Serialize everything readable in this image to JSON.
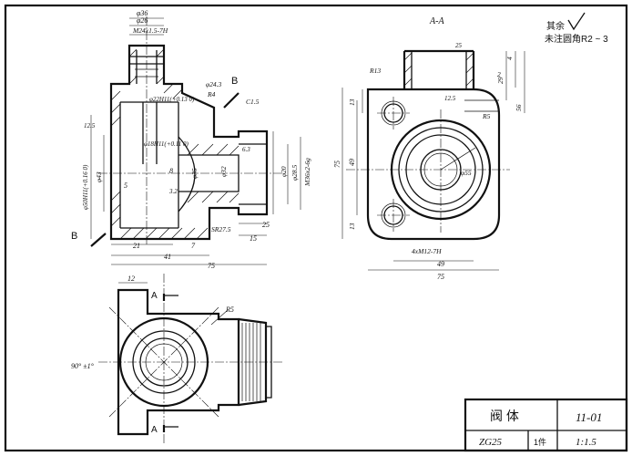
{
  "notes": {
    "roughness_rest": "其余",
    "fillet_note": "未注圆角R2 ~ 3"
  },
  "section": {
    "view_title": "A-A",
    "label_b_top": "B",
    "label_b_bottom": "B",
    "label_a_top": "A",
    "label_a_bottom": "A"
  },
  "front_view_dims": {
    "d_phi36": "φ36",
    "d_phi26": "φ26",
    "d_thread_top": "M24x1.5-7H",
    "d_phi24_3": "φ24.3",
    "d_phi22h11": "φ22H11(+0.13 0)",
    "d_r4": "R4",
    "d_c1_5": "C1.5",
    "d_phi18h11": "φ18H11(+0.11 0)",
    "d_phi50h11": "φ50H11(+0.16 0)",
    "d_phi43": "φ43",
    "d_phi35": "φ35",
    "d_phi32": "φ32",
    "d_phi20": "φ20",
    "d_phi28_5": "φ28.5",
    "d_thread_side": "M36x2-6g",
    "d_8": "8",
    "d_5": "5",
    "d_sr27_5": "SR27.5",
    "d_21": "21",
    "d_7": "7",
    "d_15": "15",
    "d_41": "41",
    "d_75": "75",
    "d_25": "25",
    "r_12_5_a": "12.5",
    "r_3_2": "3.2",
    "r_6_3": "6.3"
  },
  "section_view_dims": {
    "d_r13": "R13",
    "d_13a": "13",
    "d_13b": "13",
    "d_75": "75",
    "d_49": "49",
    "d_49b": "49",
    "d_75b": "75",
    "d_phi55": "φ55",
    "d_thread_holes": "4xM12-7H",
    "d_29": "29",
    "d_4": "4",
    "d_2": "2",
    "d_56": "56",
    "d_r5": "R5",
    "r_25": "25",
    "r_12_5": "12.5"
  },
  "bottom_view_dims": {
    "d_12": "12",
    "d_r5": "R5",
    "d_angle": "90° ±1°"
  },
  "title_block": {
    "part_name": "阀   体",
    "drawing_no": "11-01",
    "material": "ZG25",
    "quantity": "1件",
    "scale": "1:1.5"
  }
}
